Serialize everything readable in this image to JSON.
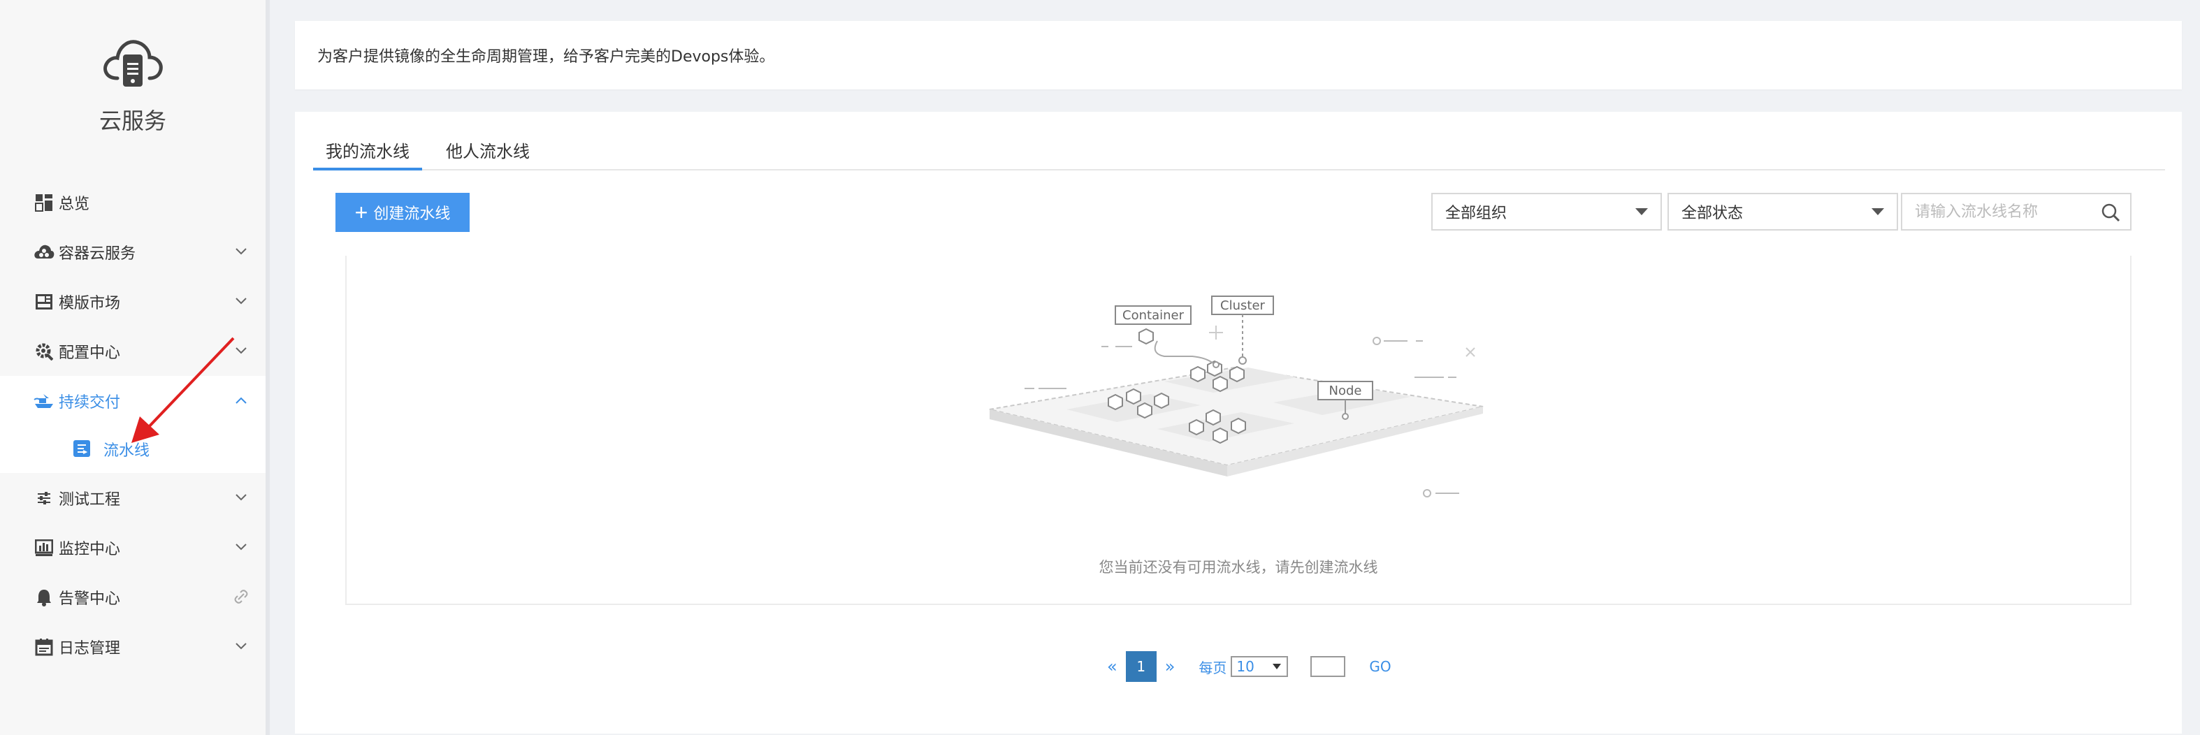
{
  "sidebar": {
    "logo_title": "云服务",
    "items": [
      {
        "label": "总览",
        "icon": "dashboard-grid-icon"
      },
      {
        "label": "容器云服务",
        "icon": "cloud-container-icon"
      },
      {
        "label": "模版市场",
        "icon": "template-market-icon"
      },
      {
        "label": "配置中心",
        "icon": "config-gear-icon"
      },
      {
        "label": "持续交付",
        "icon": "delivery-ship-icon"
      },
      {
        "label": "测试工程",
        "icon": "sliders-icon"
      },
      {
        "label": "监控中心",
        "icon": "monitor-chart-icon"
      },
      {
        "label": "告警中心",
        "icon": "bell-icon"
      },
      {
        "label": "日志管理",
        "icon": "log-calendar-icon"
      }
    ],
    "submenu": {
      "label": "流水线",
      "icon": "pipeline-icon"
    }
  },
  "notice": {
    "text": "为客户提供镜像的全生命周期管理，给予客户完美的Devops体验。"
  },
  "tabs": [
    {
      "label": "我的流水线"
    },
    {
      "label": "他人流水线"
    }
  ],
  "toolbar": {
    "create_label": "创建流水线",
    "org_select": "全部组织",
    "status_select": "全部状态",
    "search_placeholder": "请输入流水线名称"
  },
  "illustration": {
    "labels": [
      "Container",
      "Cluster",
      "Node"
    ]
  },
  "empty": {
    "text": "您当前还没有可用流水线，请先创建流水线"
  },
  "pagination": {
    "prev": "«",
    "current": "1",
    "next": "»",
    "per_page_label": "每页",
    "per_page_value": "10",
    "go_label": "GO"
  },
  "colors": {
    "accent": "#3a8ee6",
    "button": "#4596ee",
    "annotation": "#e02020"
  }
}
